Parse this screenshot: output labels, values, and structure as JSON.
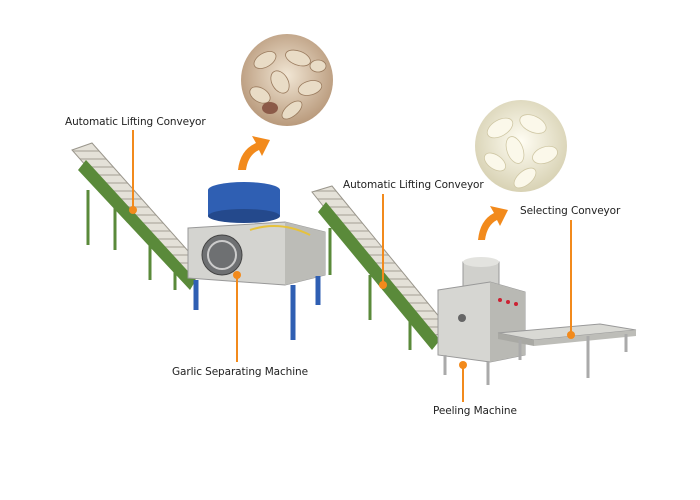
{
  "labels": {
    "conveyor_1": "Automatic Lifting Conveyor",
    "conveyor_2": "Automatic Lifting Conveyor",
    "selecting": "Selecting Conveyor",
    "separating": "Garlic Separating Machine",
    "peeling": "Peeling Machine"
  },
  "colors": {
    "accent": "#f28a1c",
    "frame_green": "#5a8a3a",
    "steel": "#c9c9c6",
    "blue": "#2f5fb3"
  },
  "icons": [
    "arrow-up-right-icon",
    "arrow-up-right-icon"
  ]
}
